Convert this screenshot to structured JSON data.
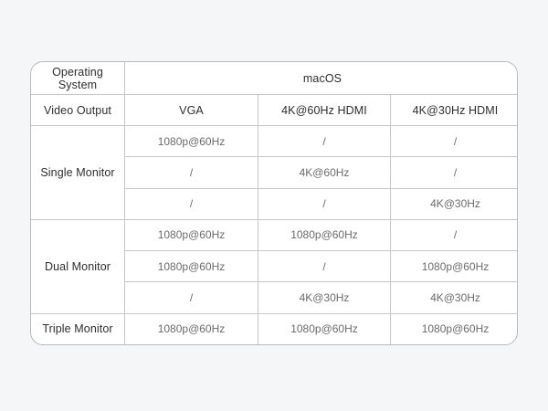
{
  "page": {
    "background_color": "#f5f6f8",
    "card_background": "#ffffff",
    "card_border_color": "#b7babc",
    "grid_line_color": "#c6c6c6",
    "header_text_color": "#2e2e2e",
    "value_text_color": "#6b6b6b"
  },
  "table": {
    "header_row": {
      "label": "Operating System",
      "value": "macOS"
    },
    "columns_row": {
      "label": "Video Output",
      "columns": [
        "VGA",
        "4K@60Hz HDMI",
        "4K@30Hz HDMI"
      ]
    },
    "sections": [
      {
        "label": "Single Monitor",
        "rows": [
          [
            "1080p@60Hz",
            "/",
            "/"
          ],
          [
            "/",
            "4K@60Hz",
            "/"
          ],
          [
            "/",
            "/",
            "4K@30Hz"
          ]
        ]
      },
      {
        "label": "Dual Monitor",
        "rows": [
          [
            "1080p@60Hz",
            "1080p@60Hz",
            "/"
          ],
          [
            "1080p@60Hz",
            "/",
            "1080p@60Hz"
          ],
          [
            "/",
            "4K@30Hz",
            "4K@30Hz"
          ]
        ]
      },
      {
        "label": "Triple Monitor",
        "rows": [
          [
            "1080p@60Hz",
            "1080p@60Hz",
            "1080p@60Hz"
          ]
        ]
      }
    ]
  }
}
